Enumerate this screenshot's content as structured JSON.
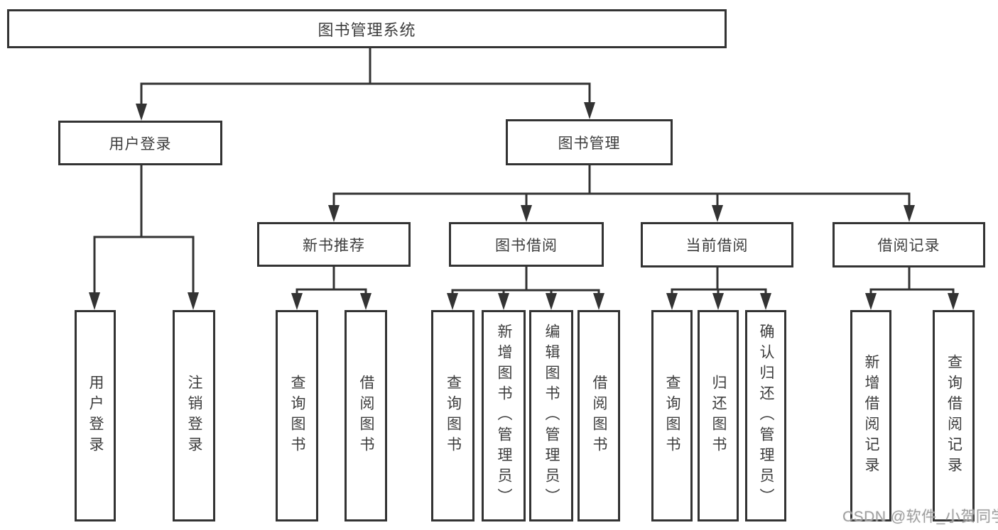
{
  "diagram": {
    "type": "tree",
    "background_color": "#ffffff",
    "line_color": "#333333",
    "text_color": "#3d3d3d",
    "watermark": {
      "text": "CSDN @软件_小贺同学",
      "color": "#9e9e9e"
    },
    "tree": {
      "label": "图书管理系统",
      "children": [
        {
          "label": "用户登录",
          "children": [
            {
              "label": "用户登录"
            },
            {
              "label": "注销登录"
            }
          ]
        },
        {
          "label": "图书管理",
          "children": [
            {
              "label": "新书推荐",
              "children": [
                {
                  "label": "查询图书"
                },
                {
                  "label": "借阅图书"
                }
              ]
            },
            {
              "label": "图书借阅",
              "children": [
                {
                  "label": "查询图书"
                },
                {
                  "label": "新增图书（管理员）"
                },
                {
                  "label": "编辑图书（管理员）"
                },
                {
                  "label": "借阅图书"
                }
              ]
            },
            {
              "label": "当前借阅",
              "children": [
                {
                  "label": "查询图书"
                },
                {
                  "label": "归还图书"
                },
                {
                  "label": "确认归还（管理员）"
                }
              ]
            },
            {
              "label": "借阅记录",
              "children": [
                {
                  "label": "新增借阅记录"
                },
                {
                  "label": "查询借阅记录"
                }
              ]
            }
          ]
        }
      ]
    }
  }
}
